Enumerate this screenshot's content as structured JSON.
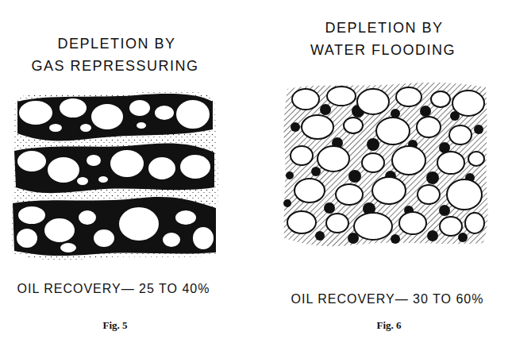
{
  "diagram": {
    "labels": [
      "DEPLETION BY GAS REPRESSURING",
      "DEPLETION BY WATER FLOODING",
      "OIL RECOVERY— 25 TO 40%",
      "OIL RECOVERY— 30 TO 60%",
      "Fig. 5",
      "Fig. 6"
    ]
  }
}
